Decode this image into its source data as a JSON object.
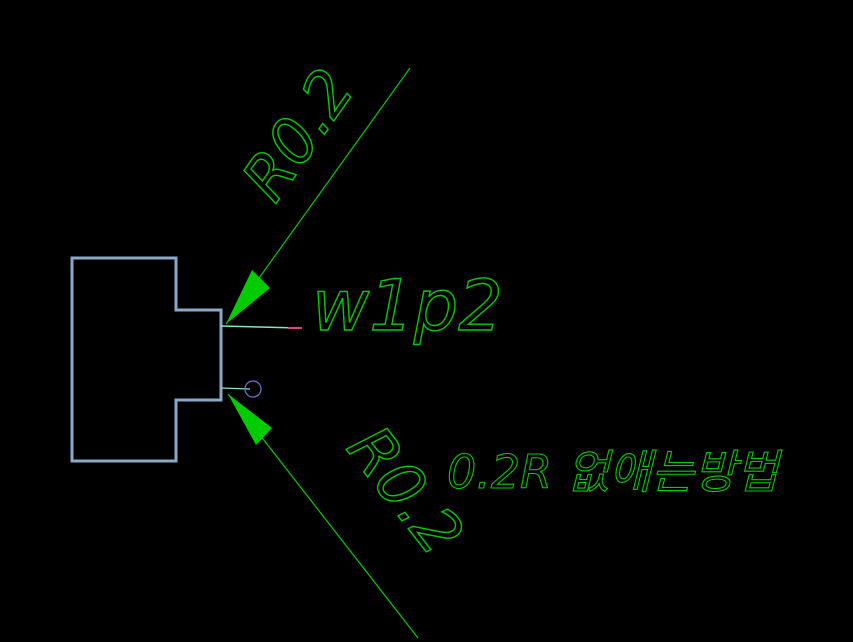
{
  "drawing": {
    "background_color": "#000000",
    "dimension_color": "#00cc00",
    "outline_color": "#8aa8c8",
    "detail_color": "#80e8c8",
    "marker_color": "#e0408a",
    "hole_color": "#6f6fd0"
  },
  "labels": {
    "radius_top": "R0.2",
    "radius_bottom": "R0.2",
    "part_name": "w1p2",
    "note": "0.2R 없애는방법"
  }
}
